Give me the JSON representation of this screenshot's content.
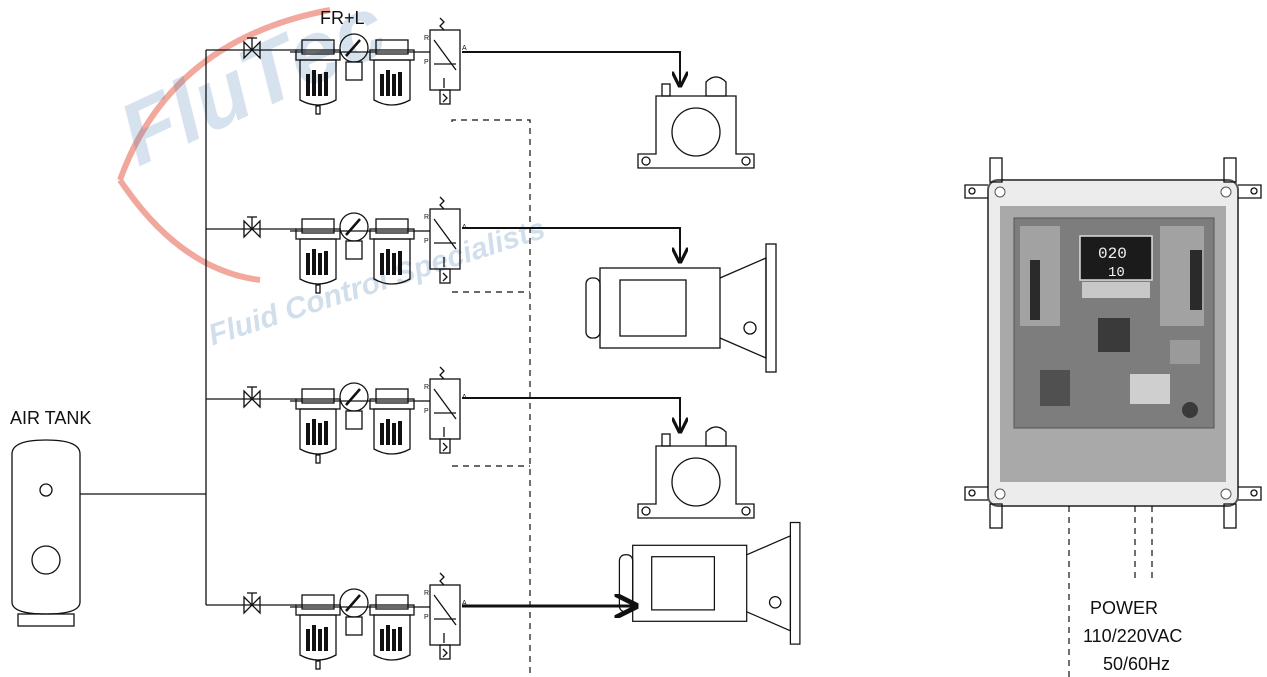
{
  "labels": {
    "frl": "FR+L",
    "air_tank": "AIR TANK",
    "power": "POWER",
    "voltage": "110/220VAC",
    "frequency": "50/60Hz"
  },
  "watermark": {
    "brand": "FluTec",
    "tagline": "Fluid Control Specialists",
    "color": "#e8604c",
    "secondary_color": "#4a7fb5"
  },
  "controller": {
    "display_line1": "020",
    "display_line2": "10"
  }
}
